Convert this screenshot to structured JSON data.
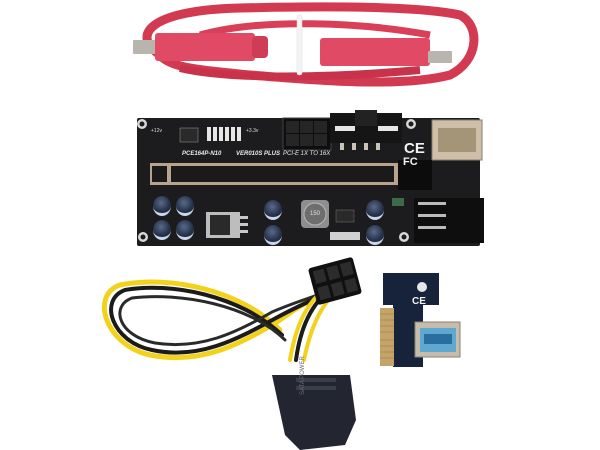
{
  "image": {
    "description": "Product photo of a PCIe 1X to 16X riser card kit on white background",
    "background_color": "#ffffff"
  },
  "items": {
    "usb_cable": {
      "label": "Red USB 3.0 cable (coiled, tied)",
      "color": "#d9344f"
    },
    "riser_board": {
      "model_text": "PCE164P-N10",
      "version_text": "VER010S PLUS",
      "descriptor_text": "PCI-E 1X TO 16X",
      "voltage_label_12v": "+12v",
      "voltage_label_33v": "+3.3v",
      "inductor_label": "150",
      "cert_ce": "CE",
      "cert_fc": "FC",
      "board_color": "#1c1c1e",
      "slot_color": "#b8a48c"
    },
    "power_cable": {
      "label": "SATA to 6-pin PCIe power cable",
      "sata_text": "SATA POWER",
      "wire_colors": [
        "#f2d21c",
        "#1b1b1b"
      ]
    },
    "adapter_card": {
      "label": "PCIe x1 adapter with USB 3.0 port",
      "cert_ce": "CE",
      "board_color": "#17233a"
    }
  }
}
